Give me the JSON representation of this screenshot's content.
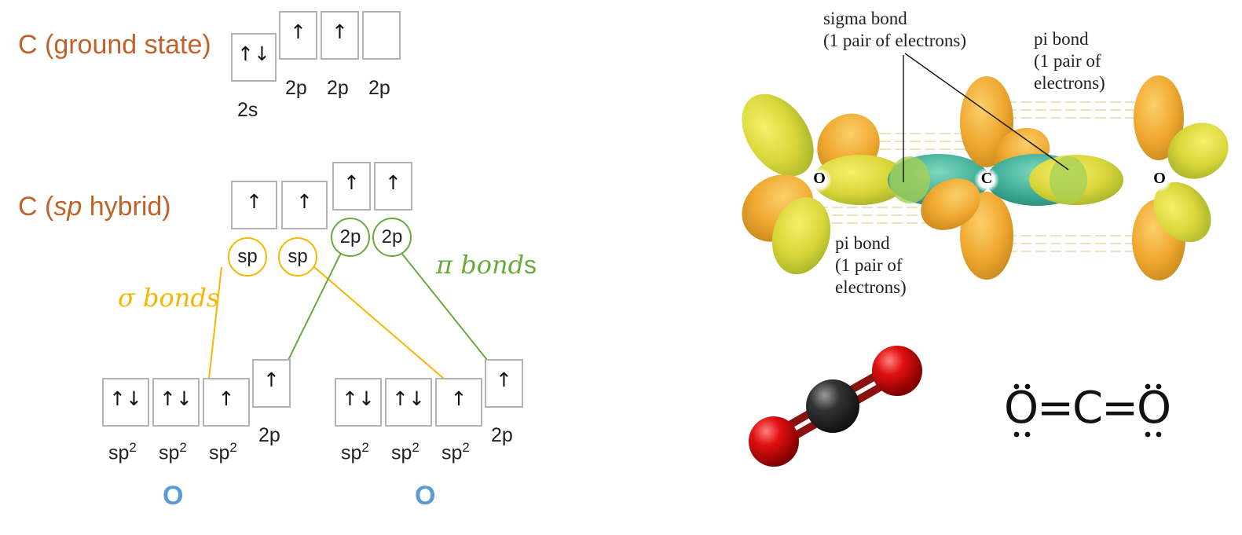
{
  "colors": {
    "heading": "#c0622a",
    "sigma": "#f5b700",
    "pi": "#6aaa3c",
    "oxygen": "#5b9bd5",
    "box_border": "#b3b3b3"
  },
  "ground_state": {
    "title": "C (ground state)",
    "boxes": [
      {
        "fill": "↑↓",
        "label": "2s"
      },
      {
        "fill": "↑",
        "label": "2p"
      },
      {
        "fill": "↑",
        "label": "2p"
      },
      {
        "fill": "",
        "label": "2p"
      }
    ]
  },
  "sp_hybrid": {
    "title_prefix": "C (",
    "title_italic": "sp",
    "title_suffix": " hybrid)",
    "boxes": [
      "↑",
      "↑",
      "↑",
      "↑"
    ],
    "circles": [
      "sp",
      "sp",
      "2p",
      "2p"
    ]
  },
  "bond_labels": {
    "sigma": "σ bonds",
    "pi_main": "π bond",
    "pi_suffix": "s"
  },
  "oxygen_left": {
    "boxes": [
      "↑↓",
      "↑↓",
      "↑",
      "↑"
    ],
    "labels": [
      {
        "base": "sp",
        "sup": "2"
      },
      {
        "base": "sp",
        "sup": "2"
      },
      {
        "base": "sp",
        "sup": "2"
      },
      {
        "base": "2p",
        "sup": ""
      }
    ],
    "atom": "O"
  },
  "oxygen_right": {
    "boxes": [
      "↑↓",
      "↑↓",
      "↑",
      "↑"
    ],
    "labels": [
      {
        "base": "sp",
        "sup": "2"
      },
      {
        "base": "sp",
        "sup": "2"
      },
      {
        "base": "sp",
        "sup": "2"
      },
      {
        "base": "2p",
        "sup": ""
      }
    ],
    "atom": "O"
  },
  "orbital_image": {
    "sigma_label": [
      "sigma bond",
      "(1 pair of electrons)"
    ],
    "pi_top_label": [
      "pi bond",
      "(1 pair of",
      "electrons)"
    ],
    "pi_bottom_label": [
      "pi bond",
      "(1 pair of",
      "electrons)"
    ],
    "atoms": [
      "O",
      "C",
      "O"
    ]
  },
  "lewis": {
    "left_atom": "O",
    "center_atom": "C",
    "right_atom": "O",
    "bond": "="
  }
}
